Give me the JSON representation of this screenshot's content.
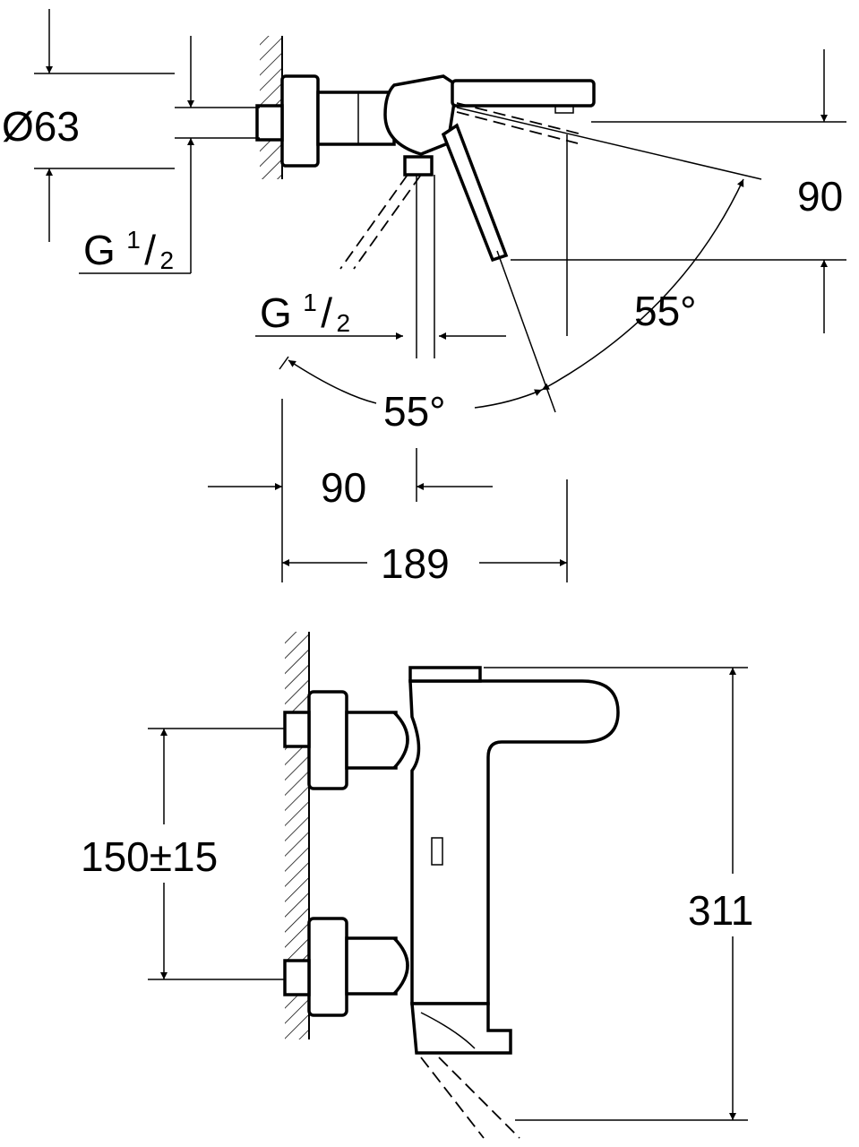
{
  "top_view": {
    "diameter_label": "Ø63",
    "thread_left": {
      "letter": "G",
      "num": "1",
      "slash": "/",
      "den": "2"
    },
    "thread_bottom": {
      "letter": "G",
      "num": "1",
      "slash": "/",
      "den": "2"
    },
    "height_right": "90",
    "angle_right": "55°",
    "angle_bottom": "55°",
    "offset_90": "90",
    "depth_189": "189"
  },
  "side_view": {
    "inlet_spacing": "150±15",
    "total_height": "311"
  }
}
